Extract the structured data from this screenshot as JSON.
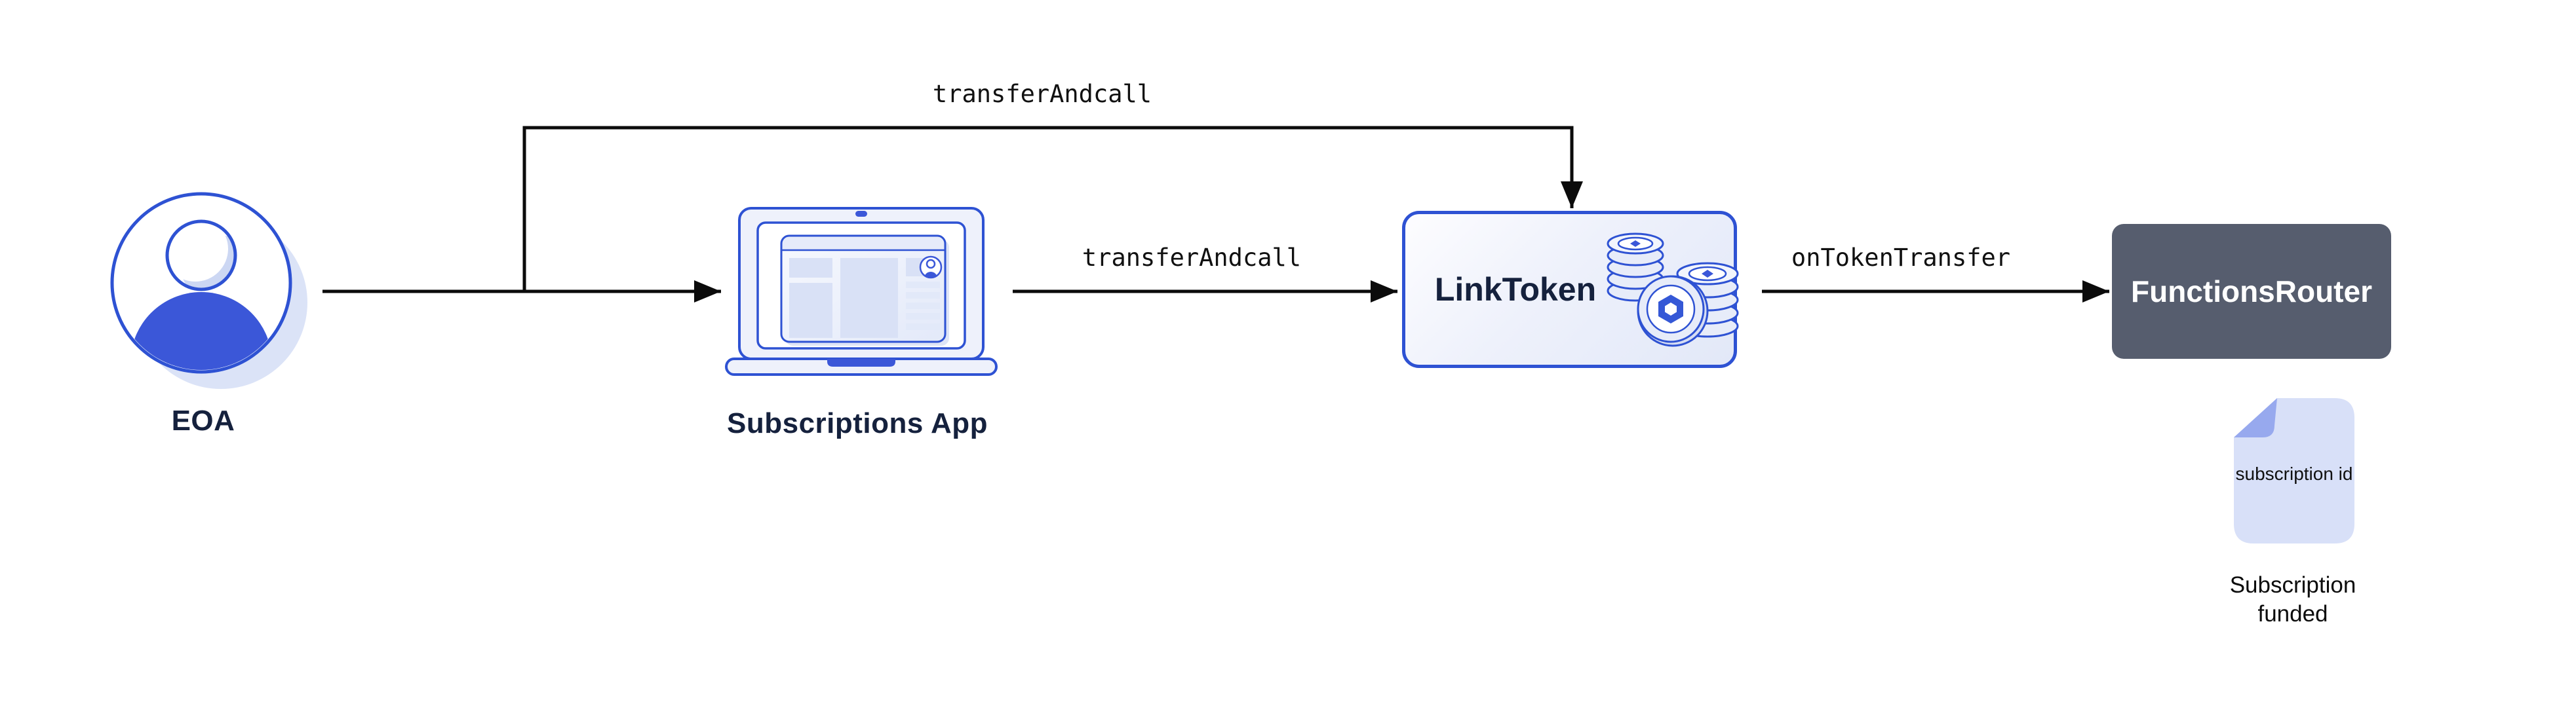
{
  "diagram": {
    "title_semantic": "LINK token subscription funding flow",
    "colors": {
      "background": "#ffffff",
      "arrow": "#0b0b0b",
      "blue_stroke": "#2e52d3",
      "blue_fill": "#3b57d8",
      "light_fill": "#e9edfa",
      "navy_text": "#15213d",
      "slate_box": "#565d6e",
      "doc_fill": "#d8e0f8",
      "doc_fold": "#97a9ee"
    },
    "nodes": {
      "eoa": {
        "label": "EOA",
        "icon": "user-circle-icon"
      },
      "subscriptions_app": {
        "label": "Subscriptions App",
        "icon": "laptop-icon"
      },
      "link_token": {
        "label": "LinkToken",
        "icon": "coin-stack-icon"
      },
      "functions_router": {
        "label": "FunctionsRouter"
      },
      "subscription_doc": {
        "text": "subscription id",
        "icon": "document-icon"
      },
      "result": {
        "label": "Subscription funded"
      }
    },
    "edges": {
      "eoa_bypass_to_token": {
        "label": "transferAndcall"
      },
      "app_to_token": {
        "label": "transferAndcall"
      },
      "token_to_router": {
        "label": "onTokenTransfer"
      }
    }
  }
}
